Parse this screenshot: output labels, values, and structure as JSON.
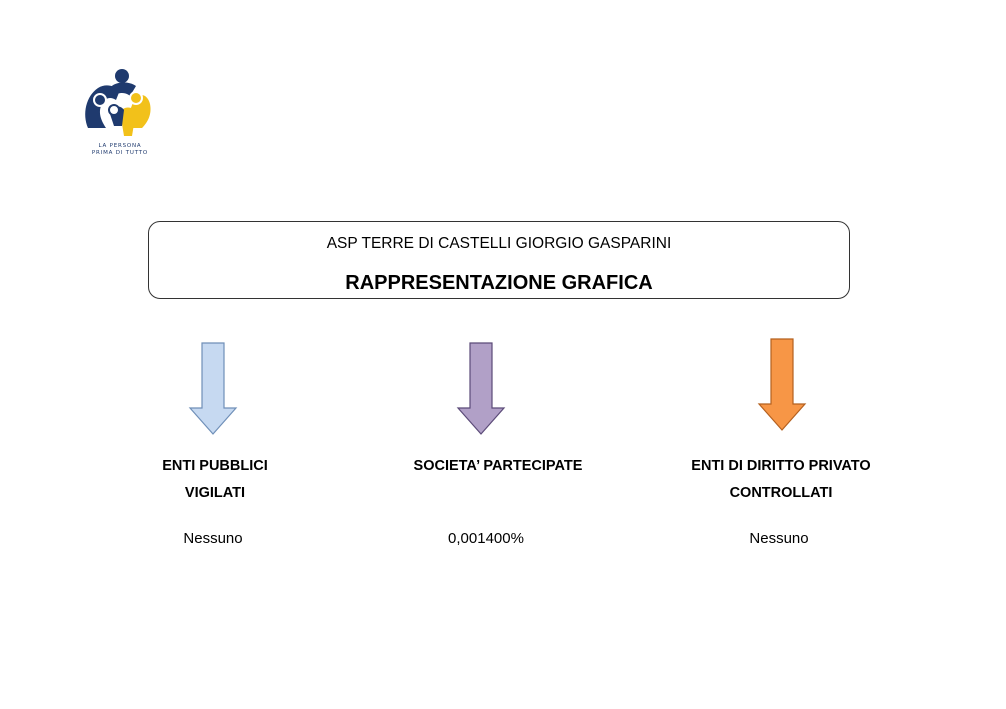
{
  "logo": {
    "tagline_line1": "LA PERSONA",
    "tagline_line2": "PRIMA DI TUTTO",
    "colors": {
      "navy": "#1f3a6e",
      "yellow": "#f2c11a"
    }
  },
  "header": {
    "organization": "ASP TERRE DI CASTELLI GIORGIO GASPARINI",
    "title": "RAPPRESENTAZIONE GRAFICA"
  },
  "columns": [
    {
      "heading_line1": "ENTI PUBBLICI",
      "heading_line2": "VIGILATI",
      "value": "Nessuno",
      "arrow_color": "#c6d9f1",
      "icon": "arrow-down-icon"
    },
    {
      "heading_line1": "SOCIETA’ PARTECIPATE",
      "heading_line2": "",
      "value": "0,001400%",
      "arrow_color": "#b1a0c7",
      "icon": "arrow-down-icon"
    },
    {
      "heading_line1": "ENTI DI DIRITTO PRIVATO",
      "heading_line2": "CONTROLLATI",
      "value": "Nessuno",
      "arrow_color": "#f79646",
      "icon": "arrow-down-icon"
    }
  ]
}
